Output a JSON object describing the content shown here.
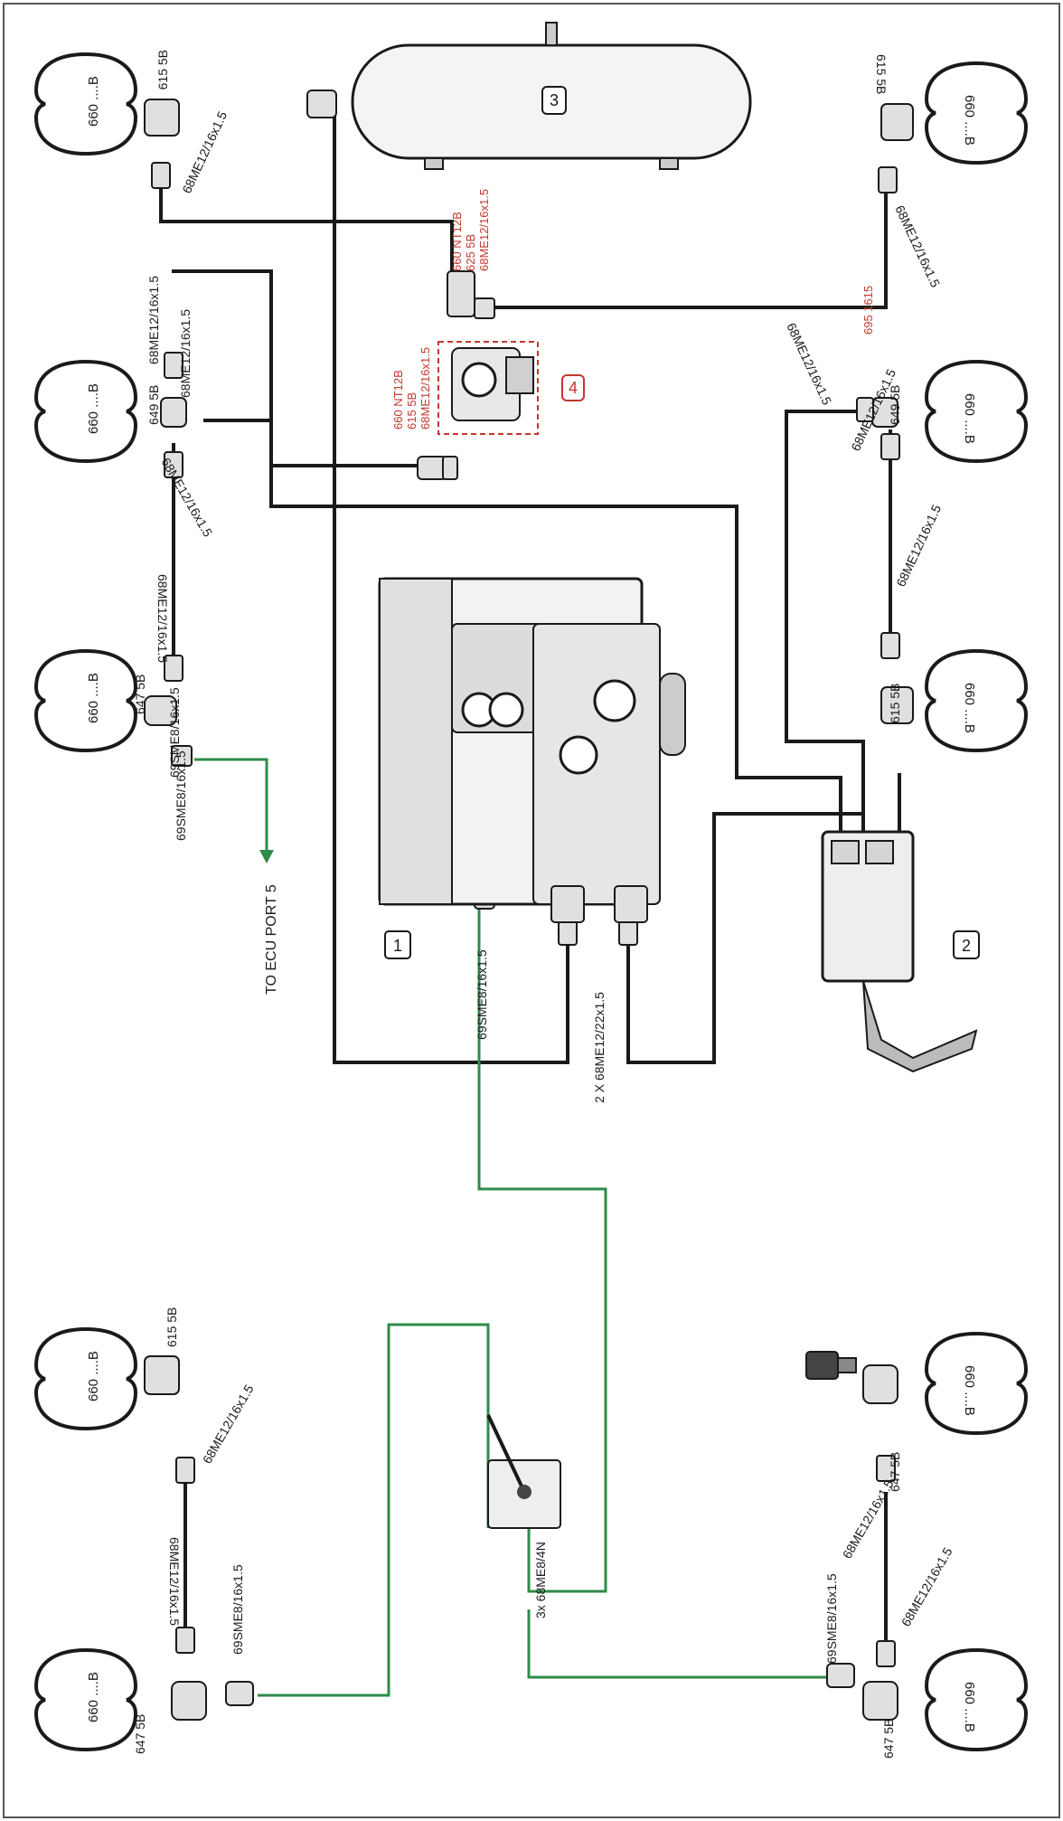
{
  "components": {
    "c1": "1",
    "c2": "2",
    "c3": "3",
    "c4": "4"
  },
  "labels": {
    "to_ecu_port": "TO ECU PORT 5",
    "bellow": "660 ....B",
    "f6155b": "615 5B",
    "f6495b": "649 5B",
    "f6475b": "647 5B",
    "f6475b_nospace": "647 5B",
    "tube_68me12": "68ME12/16x1.5",
    "tube_69sme8": "69SME8/16x1.5",
    "tube_2x68me12": "2 X 68ME12/22x1.5",
    "tube_3x68me8": "3x 68ME8/4N",
    "red_660nt12b": "660 NT12B",
    "red_6155b": "615 5B",
    "red_6255b": "625 5B",
    "red_68me12": "68ME12/16x1.5",
    "red_6951615": "695 1615"
  },
  "colors": {
    "black_line": "#1a1a1a",
    "green_line": "#2e8b4a",
    "red_text": "#c0392b",
    "frame": "#555555"
  }
}
